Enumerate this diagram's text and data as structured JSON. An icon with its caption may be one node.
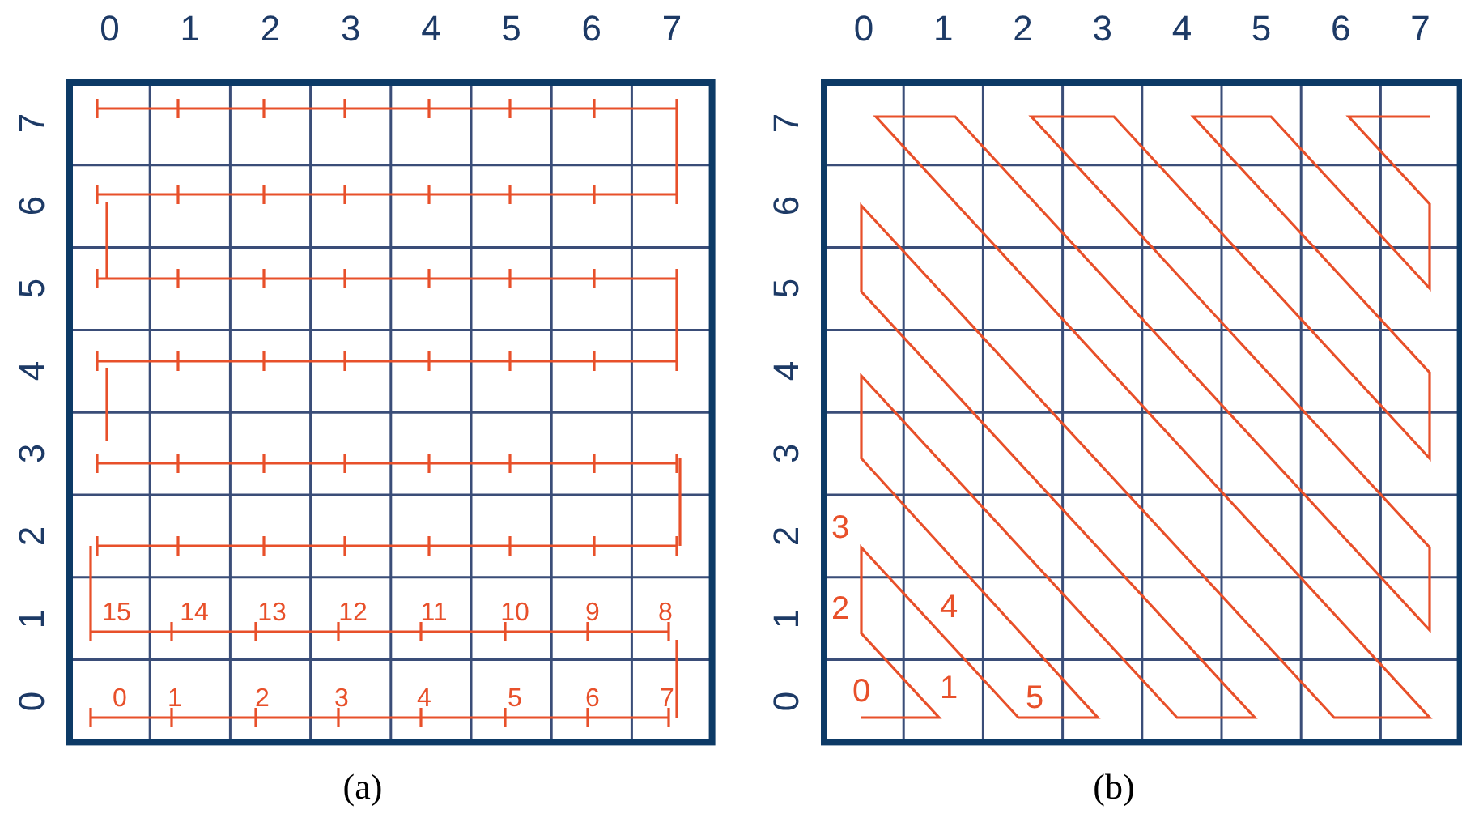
{
  "diagram": {
    "labels": [
      "0",
      "1",
      "2",
      "3",
      "4",
      "5",
      "6",
      "7",
      "7",
      "6",
      "5",
      "4",
      "3",
      "2",
      "1",
      "0",
      "15",
      "14",
      "13",
      "12",
      "11",
      "10",
      "9",
      "8",
      "0",
      "1",
      "2",
      "3",
      "4",
      "5",
      "6",
      "7",
      "(a)",
      "0",
      "1",
      "2",
      "3",
      "4",
      "5",
      "6",
      "7",
      "7",
      "6",
      "5",
      "4",
      "3",
      "2",
      "1",
      "0",
      "3",
      "2",
      "4",
      "0",
      "1",
      "5",
      "(b)"
    ]
  }
}
